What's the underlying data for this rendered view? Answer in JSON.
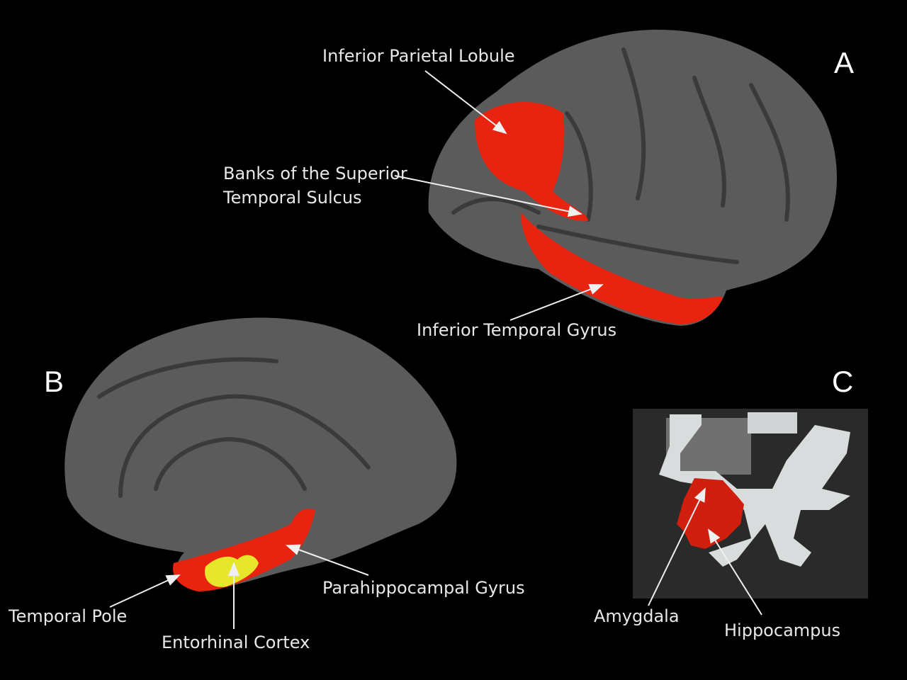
{
  "panels": {
    "a": "A",
    "b": "B",
    "c": "C"
  },
  "labels": {
    "inferior_parietal_lobule": "Inferior Parietal Lobule",
    "banks_sts_line1": "Banks of the Superior",
    "banks_sts_line2": "Temporal Sulcus",
    "inferior_temporal_gyrus": "Inferior Temporal Gyrus",
    "temporal_pole": "Temporal Pole",
    "entorhinal_cortex": "Entorhinal Cortex",
    "parahippocampal_gyrus": "Parahippocampal Gyrus",
    "amygdala": "Amygdala",
    "hippocampus": "Hippocampus"
  },
  "colors": {
    "cortex": "#5a5a5a",
    "highlight_red": "#e8230f",
    "highlight_yellow": "#e6e62a",
    "background": "#000000"
  }
}
